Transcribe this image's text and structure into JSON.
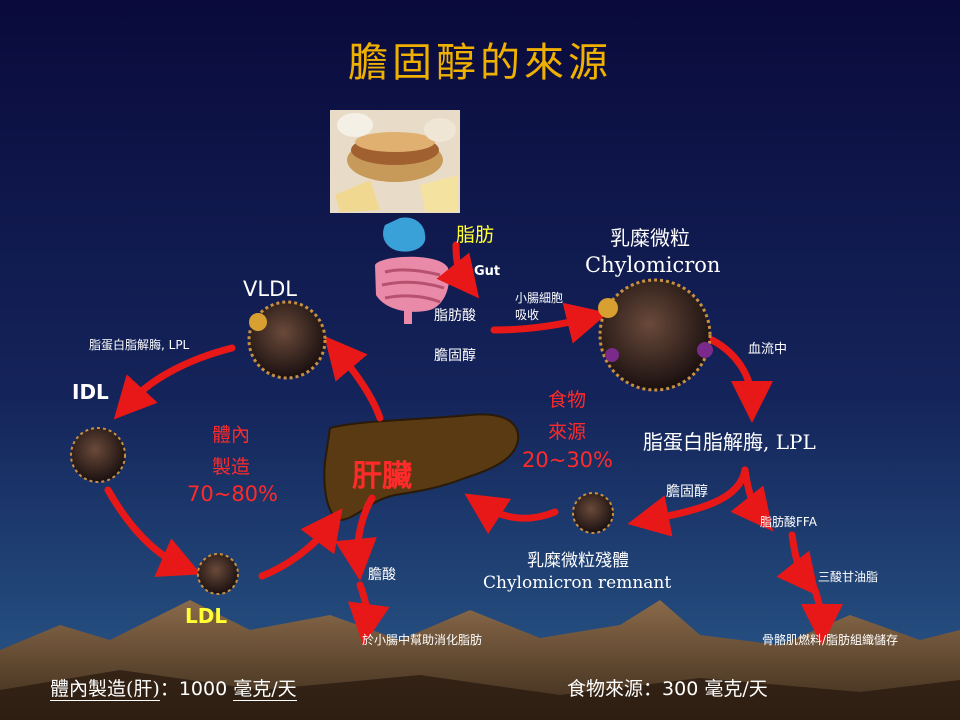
{
  "title": "膽固醇的來源",
  "colors": {
    "title": "#f0b000",
    "arrow": "#e81818",
    "liver": "#5a3a12",
    "bg_top": "#0a0a3c",
    "bg_bottom": "#1a3a6a"
  },
  "food_image": "food-photo",
  "labels": {
    "fat": "脂肪",
    "gut": "Gut",
    "fatty_acid": "脂肪酸",
    "cholesterol_in": "膽固醇",
    "intestine_absorb_1": "小腸細胞",
    "intestine_absorb_2": "吸收",
    "chylo_cn": "乳糜微粒",
    "chylo_en": "Chylomicron",
    "bloodstream": "血流中",
    "lpl_main": "脂蛋白脂解脢, LPL",
    "cholesterol_out": "膽固醇",
    "ffa": "脂肪酸FFA",
    "triglyceride": "三酸甘油脂",
    "storage": "骨骼肌燃料/脂肪組織儲存",
    "remnant_cn": "乳糜微粒殘體",
    "remnant_en": "Chylomicron remnant",
    "food_source_1": "食物",
    "food_source_2": "來源",
    "food_source_pct": "20~30%",
    "liver": "肝臟",
    "bile_acid": "膽酸",
    "bile_use": "於小腸中幫助消化脂肪",
    "vldl": "VLDL",
    "lpl_left": "脂蛋白脂解脢, LPL",
    "idl": "IDL",
    "ldl": "LDL",
    "internal_1": "體內",
    "internal_2": "製造",
    "internal_pct": "70~80%"
  },
  "footer": {
    "left_label": "體內製造(肝)",
    "left_colon": "：",
    "left_value": "1000",
    "left_unit": "毫克/天",
    "right_label": "食物來源",
    "right_colon": "：",
    "right_value": "300",
    "right_unit": "毫克/天"
  }
}
